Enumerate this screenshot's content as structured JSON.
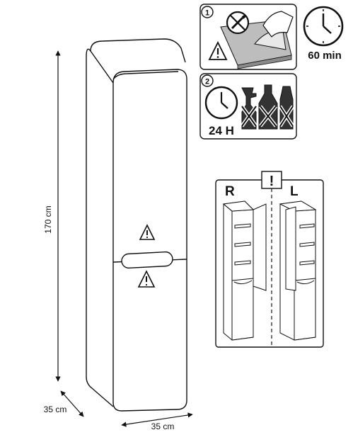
{
  "dimensions": {
    "height": "170 cm",
    "depth": "35 cm",
    "width": "35 cm"
  },
  "instructions": {
    "step1": {
      "number": "1",
      "time": "60 min"
    },
    "step2": {
      "number": "2",
      "time": "24 H"
    }
  },
  "hinge_options": {
    "right": "R",
    "left": "L",
    "notice": "!"
  },
  "icons": {
    "warning": "warning-triangle-icon",
    "clock": "clock-icon",
    "no-sharp-tools": "crossed-knife-icon",
    "no-chemicals": "crossed-cleaning-products-icon"
  }
}
